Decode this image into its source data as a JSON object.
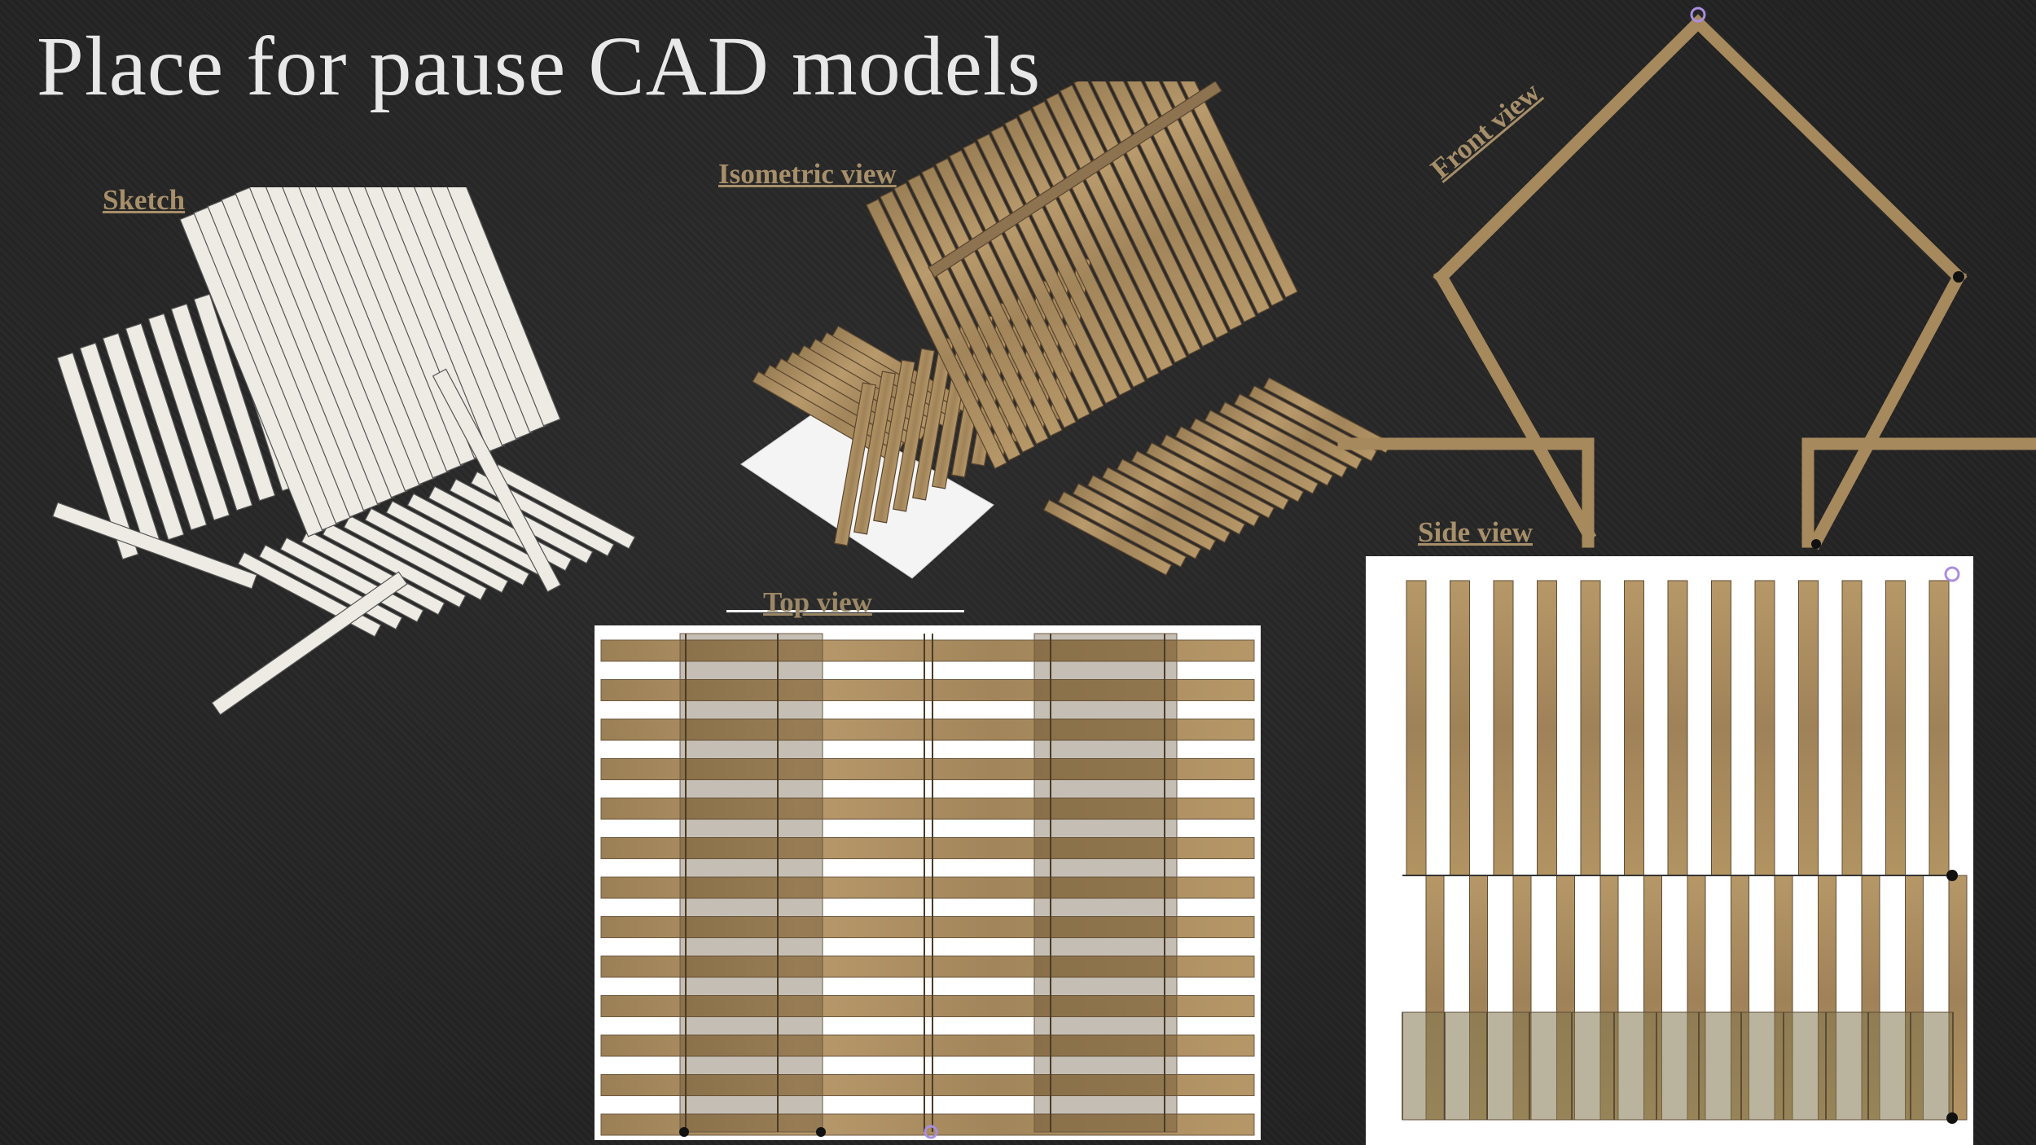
{
  "slide": {
    "title": "Place for pause CAD models"
  },
  "views": {
    "sketch": "Sketch",
    "isometric": "Isometric  view",
    "front": "Front view",
    "top": "Top view",
    "side": "Side view"
  },
  "colors": {
    "background": "#232323",
    "title": "#e8e8e8",
    "label": "#a78f6a",
    "wood": "#a88b5c",
    "wood_dark": "#7d6647",
    "sketch_fill": "#eeebe4",
    "panel_white": "#ffffff"
  }
}
